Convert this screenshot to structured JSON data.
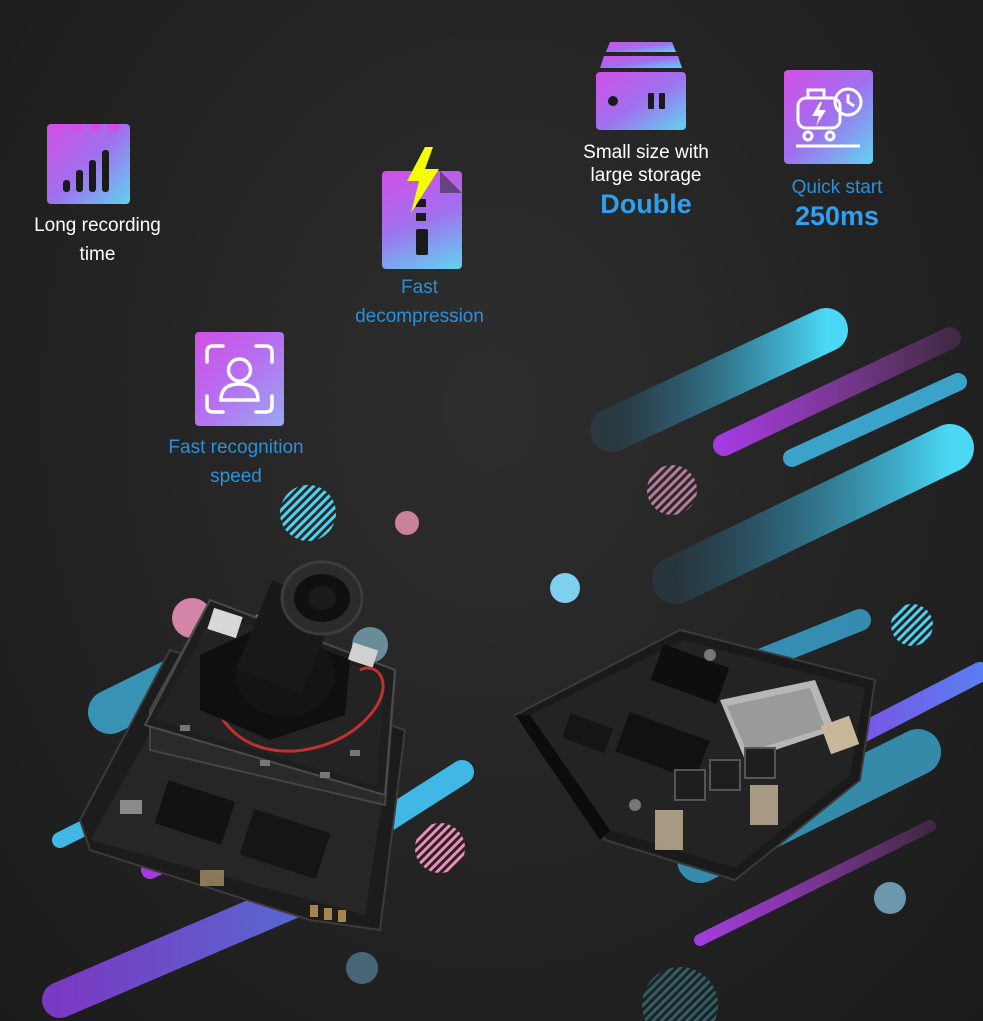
{
  "features": {
    "long_recording": {
      "line1": "Long recording",
      "line2": "time"
    },
    "fast_decompression": {
      "line1": "Fast",
      "line2": "decompression"
    },
    "small_size": {
      "line1": "Small size with",
      "line2": "large storage",
      "highlight": "Double"
    },
    "quick_start": {
      "label": "Quick start",
      "highlight": "250ms"
    },
    "fast_recognition": {
      "line1": "Fast recognition",
      "line2": "speed"
    }
  },
  "colors": {
    "background": "#242424",
    "accent_blue": "#2f9ff0",
    "accent_purple": "#a23be0",
    "accent_cyan": "#4ad2f0",
    "lightning_yellow": "#f4ff00"
  },
  "icons": [
    "signal-bars-icon",
    "zip-lightning-icon",
    "storage-drive-icon",
    "quick-start-clock-icon",
    "face-scan-icon"
  ]
}
